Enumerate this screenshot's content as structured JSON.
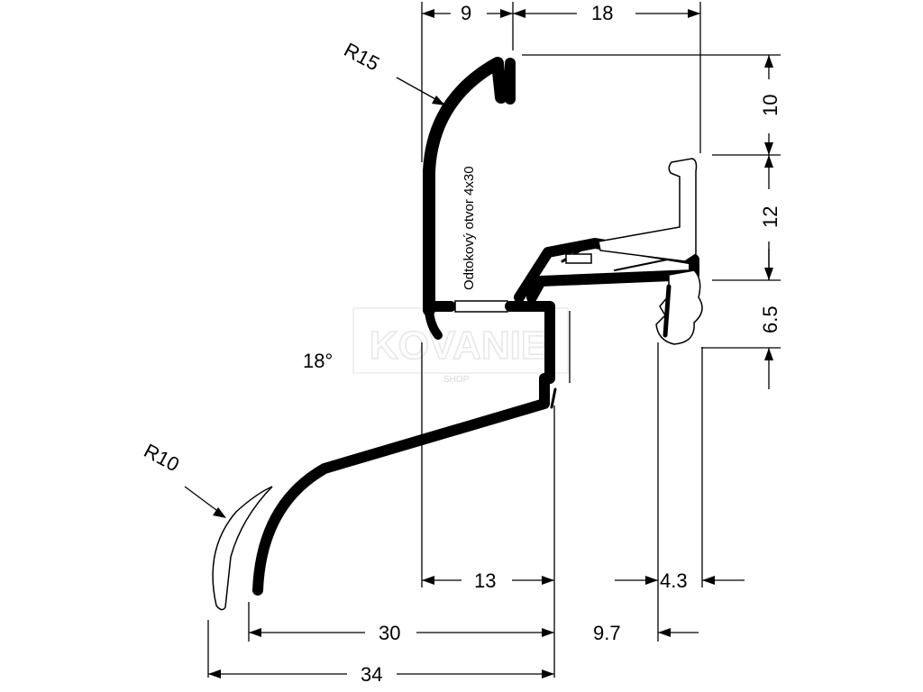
{
  "dimensions": {
    "top_left_width": "9",
    "top_right_width": "18",
    "right_top_height": "10",
    "right_mid_height": "12",
    "right_bottom_height": "6.5",
    "inner_width": "13",
    "seal_width": "4.3",
    "bottom_30": "30",
    "bottom_9_7": "9.7",
    "bottom_34": "34"
  },
  "radii": {
    "top": "R15",
    "bottom": "R10"
  },
  "angle_label": "18°",
  "drain_note": "Odtokový otvor 4x30",
  "watermark": {
    "brand": "KOVANIE",
    "sub": "SHOP"
  },
  "colors": {
    "profile": "#000000",
    "background": "#ffffff",
    "seal_fill": "#ffffff"
  }
}
